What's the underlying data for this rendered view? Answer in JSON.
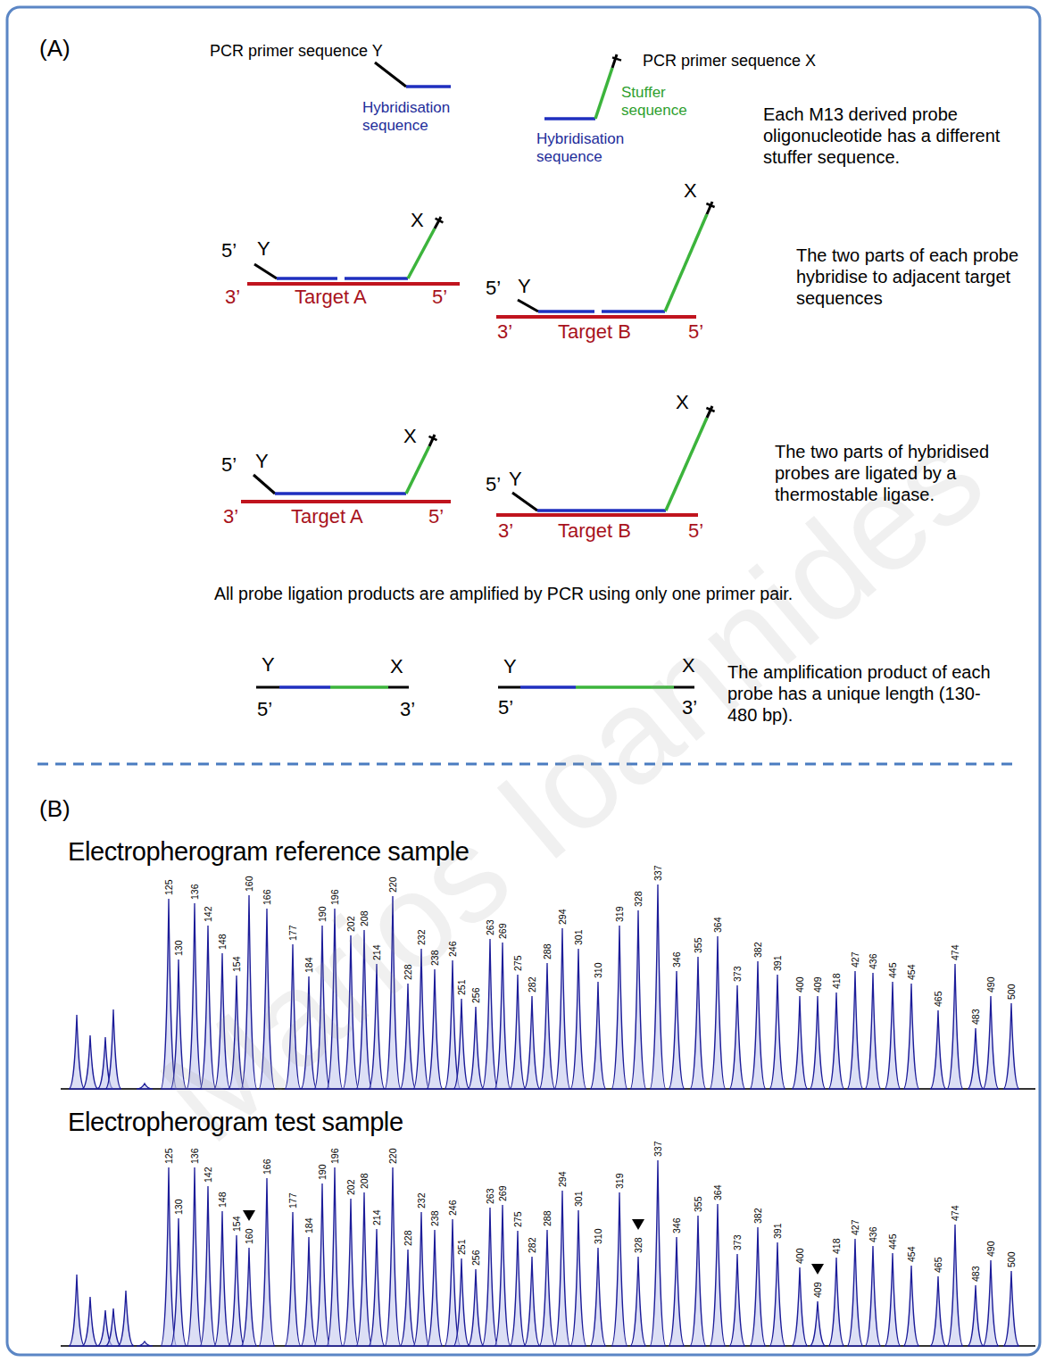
{
  "diagram": {
    "labels": [
      "(A)",
      "PCR primer sequence Y",
      "Hybridisation sequence",
      "PCR primer sequence X",
      "Stuffer sequence",
      "Hybridisation sequence",
      "Each M13 derived probe oligonucleotide has a different stuffer sequence.",
      "X",
      "5’",
      "Y",
      "3’",
      "Target A",
      "5’",
      "X",
      "5’",
      "Y",
      "3’",
      "Target B",
      "5’",
      "The two parts of each probe hybridise to adjacent target sequences",
      "X",
      "5’",
      "Y",
      "3’",
      "Target A",
      "5’",
      "X",
      "5’",
      "Y",
      "3’",
      "Target B",
      "5’",
      "The two parts of hybridised probes are ligated by a thermostable ligase.",
      "All  probe ligation products are amplified by PCR using only one primer pair.",
      "Y",
      "X",
      "5’",
      "3’",
      "Y",
      "X",
      "5’",
      "3’",
      "The amplification product of each probe has a unique length (130-480 bp).",
      "(B)",
      "Electropherogram reference sample",
      "125",
      "130",
      "136",
      "142",
      "148",
      "154",
      "160",
      "166",
      "177",
      "184",
      "190",
      "196",
      "202",
      "208",
      "214",
      "220",
      "228",
      "232",
      "238",
      "246",
      "251",
      "256",
      "263",
      "269",
      "275",
      "282",
      "288",
      "294",
      "301",
      "310",
      "319",
      "328",
      "337",
      "346",
      "355",
      "364",
      "373",
      "382",
      "391",
      "400",
      "409",
      "418",
      "427",
      "436",
      "445",
      "454",
      "465",
      "474",
      "483",
      "490",
      "500",
      "Electropherogram test sample",
      "125",
      "130",
      "136",
      "142",
      "148",
      "154",
      "160",
      "166",
      "177",
      "184",
      "190",
      "196",
      "202",
      "208",
      "214",
      "220",
      "228",
      "232",
      "238",
      "246",
      "251",
      "256",
      "263",
      "269",
      "275",
      "282",
      "288",
      "294",
      "301",
      "310",
      "319",
      "328",
      "337",
      "346",
      "355",
      "364",
      "373",
      "382",
      "391",
      "400",
      "409",
      "418",
      "427",
      "436",
      "445",
      "454",
      "465",
      "474",
      "483",
      "490",
      "500",
      "Marios Ioannides"
    ]
  }
}
